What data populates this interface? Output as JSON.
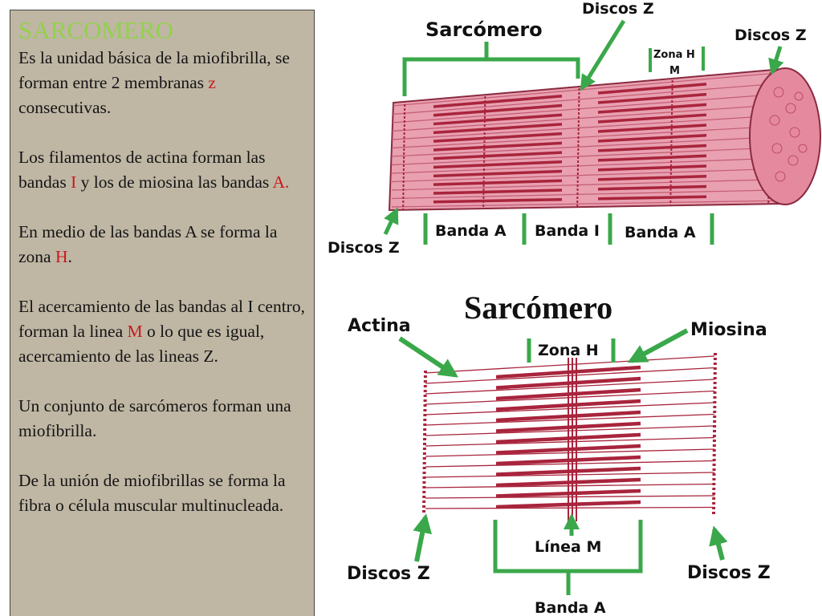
{
  "panel": {
    "title": "SARCOMERO",
    "p1": {
      "a": "Es la unidad básica de la miofibrilla, se forman entre 2 membranas ",
      "h1": "z",
      "b": " consecutivas."
    },
    "p2": {
      "a": "Los filamentos de actina forman las bandas ",
      "h1": "I",
      "b": "  y los de miosina las bandas ",
      "h2": "A."
    },
    "p3": {
      "a": "En medio de las bandas A se forma la zona ",
      "h1": "H",
      "b": "."
    },
    "p4": {
      "a": "El acercamiento de las bandas al I centro, forman la linea ",
      "h1": "M",
      "b": " o lo que es igual, acercamiento de las lineas Z."
    },
    "p5": {
      "a": "Un conjunto de sarcómeros forman una miofibrilla."
    },
    "p6": {
      "a": "De la unión de miofibrillas se forma la fibra o célula muscular multinucleada."
    }
  },
  "top_diagram": {
    "label_sarcomero": "Sarcómero",
    "label_discos_z_top": "Discos Z",
    "label_zona_h": "Zona H",
    "label_m": "M",
    "label_discos_z_right": "Discos Z",
    "label_discos_z_left": "Discos Z",
    "label_banda_a_1": "Banda A",
    "label_banda_i": "Banda I",
    "label_banda_a_2": "Banda A"
  },
  "bottom_diagram": {
    "title": "Sarcómero",
    "label_actina": "Actina",
    "label_miosina": "Miosina",
    "label_zona_h": "Zona H",
    "label_linea_m": "Línea M",
    "label_discos_z_left": "Discos Z",
    "label_discos_z_right": "Discos Z",
    "label_banda_a": "Banda A"
  },
  "colors": {
    "panel_bg": "#bfb6a4",
    "title": "#93d14c",
    "highlight": "#c8191c",
    "bracket_green": "#3aa84a",
    "fiber_pink": "#e9a0b0",
    "filament_red": "#a8243c"
  }
}
